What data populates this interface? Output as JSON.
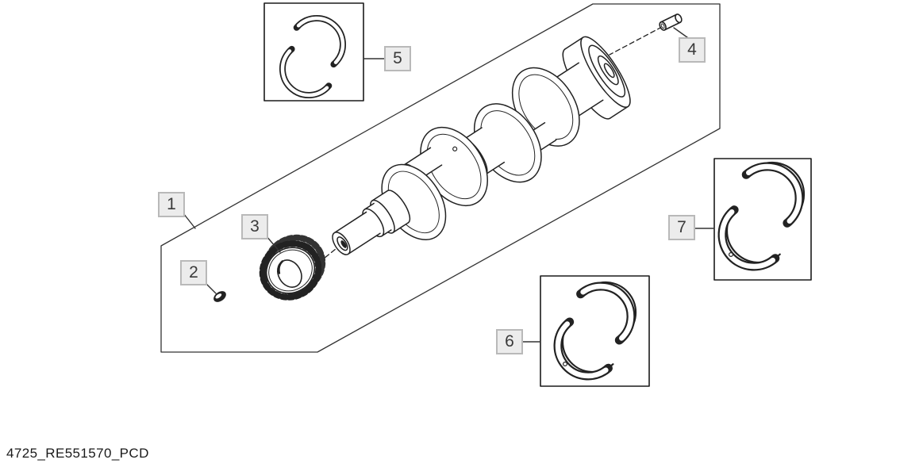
{
  "page": {
    "background_color": "#ffffff",
    "footer_code": "4725_RE551570_PCD"
  },
  "diagram": {
    "kind": "exploded-parts-diagram",
    "subject_icon": "crankshaft-assembly-drawing",
    "line_color": "#222222",
    "callout_style": {
      "fill": "#ececec",
      "border": "#b9b9b9",
      "text_color": "#3a3a3a"
    },
    "callouts": [
      {
        "label": "1",
        "points_to_icon": "assembly-outline"
      },
      {
        "label": "2",
        "points_to_icon": "woodruff-key-drawing"
      },
      {
        "label": "3",
        "points_to_icon": "timing-gear-drawing"
      },
      {
        "label": "4",
        "points_to_icon": "dowel-pin-drawing"
      },
      {
        "label": "5",
        "points_to_icon": "thrust-washer-pair-drawing"
      },
      {
        "label": "6",
        "points_to_icon": "main-bearing-halves-drawing"
      },
      {
        "label": "7",
        "points_to_icon": "main-bearing-halves-drawing"
      }
    ]
  }
}
